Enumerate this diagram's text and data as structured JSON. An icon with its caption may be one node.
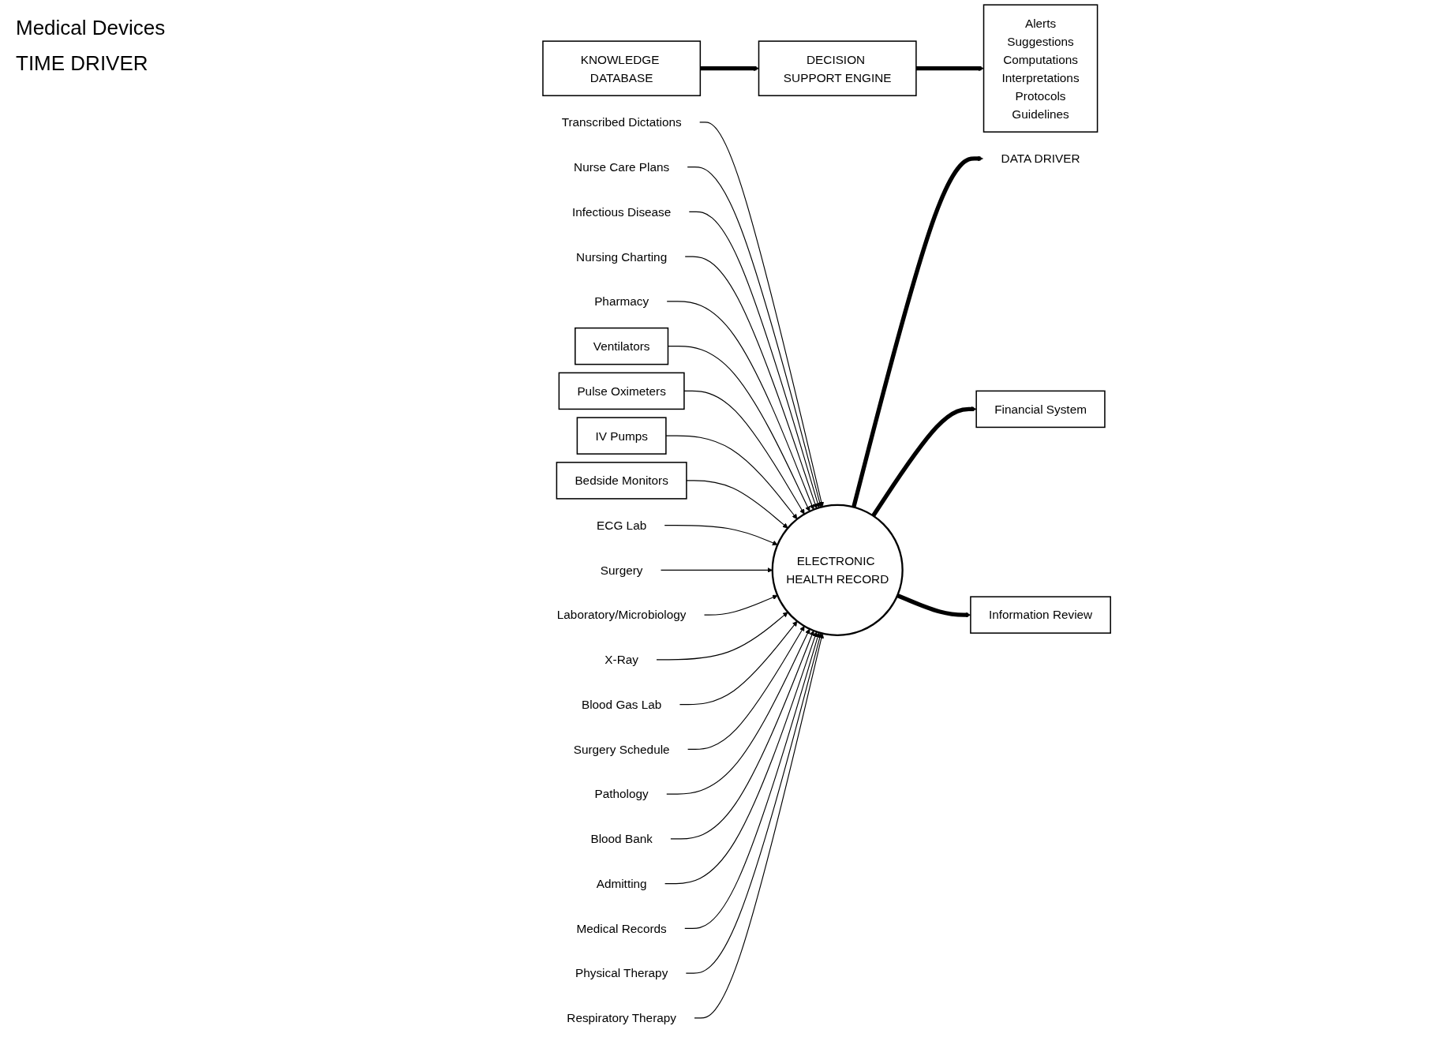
{
  "diagram": {
    "nodes": [
      {
        "text": [
          "KNOWLEDGE DATABASE"
        ]
      },
      {
        "text": [
          "Transcribed Dictations"
        ]
      },
      {
        "text": [
          "Nurse Care Plans"
        ]
      },
      {
        "text": [
          "Infectious Disease"
        ]
      },
      {
        "text": [
          "Ventilators"
        ]
      },
      {
        "text": [
          "Pulse Oximeters"
        ]
      },
      {
        "text": [
          "Nursing Charting"
        ]
      },
      {
        "text": [
          "Pharmacy"
        ]
      },
      {
        "text": [
          "IV Pumps"
        ]
      },
      {
        "text": [
          "Bedside Monitors"
        ]
      },
      {
        "text": [
          "DECISION SUPPORT ENGINE"
        ]
      },
      {
        "text": [
          "ECG Lab"
        ]
      },
      {
        "text": [
          "ELECTRONIC HEALTH RECORD"
        ]
      },
      {
        "text": [
          "DATA DRIVER"
        ]
      },
      {
        "text": [
          "Surgery"
        ]
      },
      {
        "text": [
          "Laboratory/Microbiology"
        ]
      },
      {
        "text": [
          "X-Ray"
        ]
      },
      {
        "text": [
          "Alerts",
          "Suggestions",
          "Computations",
          "Interpretations",
          "Protocols",
          "Guidelines"
        ]
      },
      {
        "text": [
          "Blood Gas Lab"
        ]
      },
      {
        "text": [
          "Financial System"
        ]
      },
      {
        "text": [
          "Surgery Schedule"
        ]
      },
      {
        "text": [
          "Pathology"
        ]
      },
      {
        "text": [
          "Information Review"
        ]
      },
      {
        "text": [
          "Blood Bank"
        ]
      },
      {
        "text": [
          "Admitting"
        ]
      },
      {
        "text": [
          "Medical Records"
        ]
      },
      {
        "text": [
          "Physical Therapy"
        ]
      },
      {
        "text": [
          "Respiratory Therapy"
        ]
      }
    ],
    "edges": [
      {
        "from": 0,
        "to": 10,
        "arrow": "to",
        "style": "thick"
      },
      {
        "from": 10,
        "to": 17,
        "arrow": "to",
        "style": "thick"
      },
      {
        "from": 12,
        "to": 13,
        "arrow": "to",
        "style": "thick"
      },
      {
        "from": 1,
        "to": 12,
        "arrow": "to"
      },
      {
        "from": 2,
        "to": 12,
        "arrow": "to"
      },
      {
        "from": 3,
        "to": 12,
        "arrow": "to"
      },
      {
        "from": 6,
        "to": 12,
        "arrow": "to"
      },
      {
        "from": 7,
        "to": 12,
        "arrow": "to"
      },
      {
        "from": 4,
        "to": 12,
        "arrow": "to"
      },
      {
        "from": 5,
        "to": 12,
        "arrow": "to"
      },
      {
        "from": 8,
        "to": 12,
        "arrow": "to"
      },
      {
        "from": 9,
        "to": 12,
        "arrow": "to"
      },
      {
        "from": 11,
        "to": 12,
        "arrow": "to"
      },
      {
        "from": 14,
        "to": 12,
        "arrow": "to"
      },
      {
        "from": 15,
        "to": 12,
        "arrow": "to"
      },
      {
        "from": 16,
        "to": 12,
        "arrow": "to"
      },
      {
        "from": 18,
        "to": 12,
        "arrow": "to"
      },
      {
        "from": 20,
        "to": 12,
        "arrow": "to"
      },
      {
        "from": 21,
        "to": 12,
        "arrow": "to"
      },
      {
        "from": 23,
        "to": 12,
        "arrow": "to"
      },
      {
        "from": 24,
        "to": 12,
        "arrow": "to"
      },
      {
        "from": 25,
        "to": 12,
        "arrow": "to"
      },
      {
        "from": 26,
        "to": 12,
        "arrow": "to"
      },
      {
        "from": 27,
        "to": 12,
        "arrow": "to"
      },
      {
        "from": 12,
        "to": 19,
        "arrow": "to",
        "style": "thick"
      },
      {
        "from": 12,
        "to": 22,
        "arrow": "to",
        "style": "thick"
      }
    ],
    "labels": [
      "Medical Devices",
      "TIME DRIVER"
    ]
  }
}
